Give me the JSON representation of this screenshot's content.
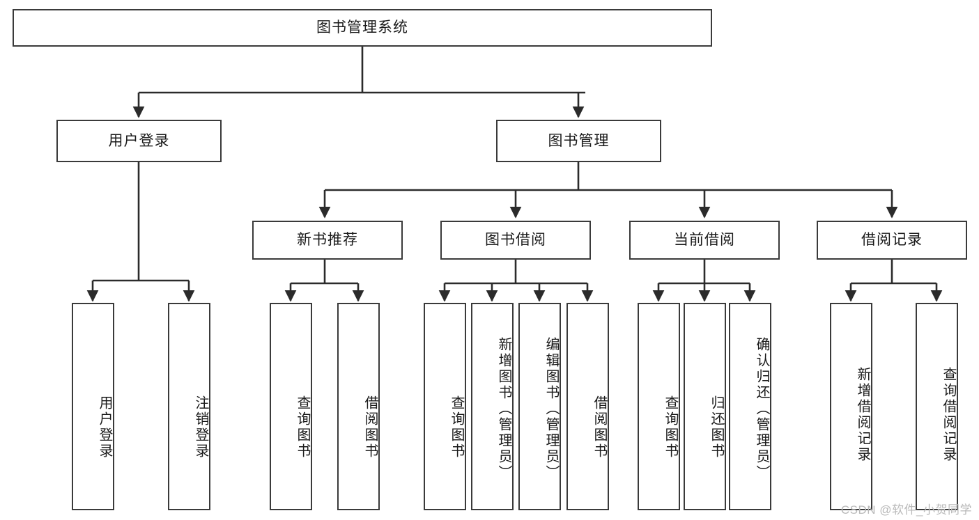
{
  "diagram": {
    "title": "图书管理系统",
    "type": "tree-hierarchy",
    "watermark": "CSDN @软件_小贺同学",
    "colors": {
      "box_border": "#3a3a3a",
      "box_fill": "#ffffff",
      "connector": "#2b2b2b",
      "text": "#1a1a1a",
      "watermark": "#b9b9b9",
      "background": "#ffffff"
    },
    "root": {
      "id": "root",
      "label": "图书管理系统"
    },
    "level1": [
      {
        "id": "user-login",
        "label": "用户登录"
      },
      {
        "id": "book-manage",
        "label": "图书管理"
      }
    ],
    "level2": [
      {
        "id": "new-book-recommend",
        "label": "新书推荐",
        "parent": "book-manage"
      },
      {
        "id": "book-borrow",
        "label": "图书借阅",
        "parent": "book-manage"
      },
      {
        "id": "current-borrow",
        "label": "当前借阅",
        "parent": "book-manage"
      },
      {
        "id": "borrow-record",
        "label": "借阅记录",
        "parent": "book-manage"
      }
    ],
    "leaves": [
      {
        "id": "leaf-user-login",
        "label": "用户登录",
        "parent": "user-login"
      },
      {
        "id": "leaf-logout-login",
        "label": "注销登录",
        "parent": "user-login"
      },
      {
        "id": "leaf-query-book-1",
        "label": "查询图书",
        "parent": "new-book-recommend"
      },
      {
        "id": "leaf-borrow-book-1",
        "label": "借阅图书",
        "parent": "new-book-recommend"
      },
      {
        "id": "leaf-query-book-2",
        "label": "查询图书",
        "parent": "book-borrow"
      },
      {
        "id": "leaf-add-book",
        "label": "新增图书（管理员）",
        "parent": "book-borrow"
      },
      {
        "id": "leaf-edit-book",
        "label": "编辑图书（管理员）",
        "parent": "book-borrow"
      },
      {
        "id": "leaf-borrow-book-2",
        "label": "借阅图书",
        "parent": "book-borrow"
      },
      {
        "id": "leaf-query-book-3",
        "label": "查询图书",
        "parent": "current-borrow"
      },
      {
        "id": "leaf-return-book",
        "label": "归还图书",
        "parent": "current-borrow"
      },
      {
        "id": "leaf-confirm-return",
        "label": "确认归还（管理员）",
        "parent": "current-borrow"
      },
      {
        "id": "leaf-add-record",
        "label": "新增借阅记录",
        "parent": "borrow-record"
      },
      {
        "id": "leaf-query-record",
        "label": "查询借阅记录",
        "parent": "borrow-record"
      }
    ]
  }
}
